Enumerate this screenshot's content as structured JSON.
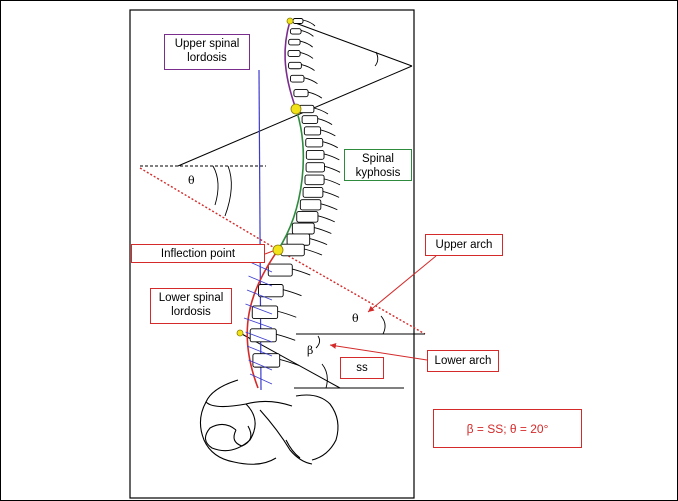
{
  "labels": {
    "upper_lordosis": "Upper spinal lordosis",
    "kyphosis": "Spinal kyphosis",
    "inflection": "Inflection point",
    "lower_lordosis": "Lower spinal lordosis",
    "upper_arch": "Upper arch",
    "lower_arch": "Lower arch",
    "ss": "ss"
  },
  "symbols": {
    "theta": "θ",
    "beta": "β"
  },
  "formula": "β = SS; θ = 20°",
  "colors": {
    "upper_lordosis_curve": "#7b2d8e",
    "kyphosis_curve": "#2e8b3e",
    "lower_lordosis_curve": "#d42a2a",
    "plumb_line": "#3b3bd0",
    "construction_lines": "#d42a2a",
    "marker_points": "#f2e21a"
  }
}
